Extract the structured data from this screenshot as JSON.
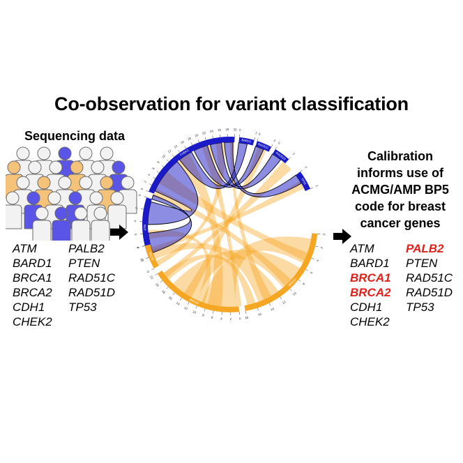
{
  "title": "Co-observation for variant classification",
  "left_panel": {
    "heading": "Sequencing data",
    "genes_col1": [
      "ATM",
      "BARD1",
      "BRCA1",
      "BRCA2",
      "CDH1",
      "CHEK2"
    ],
    "genes_col2": [
      "PALB2",
      "PTEN",
      "RAD51C",
      "RAD51D",
      "TP53"
    ]
  },
  "right_panel": {
    "heading_lines": [
      "Calibration",
      "informs use of",
      "ACMG/AMP BP5",
      "code for breast",
      "cancer genes"
    ],
    "genes_col1": [
      "ATM",
      "BARD1",
      "BRCA1",
      "BRCA2",
      "CDH1",
      "CHEK2"
    ],
    "genes_col2": [
      "PALB2",
      "PTEN",
      "RAD51C",
      "RAD51D",
      "TP53"
    ],
    "highlight_color": "#e0201b"
  },
  "chord_diagram": {
    "blue_color": "#1a1ac8",
    "orange_color": "#f5a623",
    "segments": [
      {
        "label": "ATM",
        "group": "blue",
        "ticks": [
          "10",
          "8",
          "6",
          "4",
          "2",
          "0"
        ]
      },
      {
        "label": "CHEK2",
        "group": "blue",
        "ticks": [
          "0",
          "2",
          "4",
          "6",
          "8",
          "10",
          "12",
          "14",
          "16",
          "18",
          "20",
          "22",
          "24",
          "26",
          "28",
          "30"
        ]
      },
      {
        "label": "BARD1",
        "group": "blue",
        "ticks": [
          "0",
          "2"
        ]
      },
      {
        "label": "RAD51C",
        "group": "blue",
        "ticks": [
          "0",
          "2"
        ]
      },
      {
        "label": "RAD51D",
        "group": "blue",
        "ticks": [
          "0",
          "2"
        ]
      },
      {
        "label": "TP53",
        "group": "blue",
        "ticks": [
          "0",
          "2"
        ]
      },
      {
        "label": "BRCA1",
        "group": "orange",
        "ticks": [
          "0",
          "2",
          "4",
          "6",
          "8",
          "10",
          "12",
          "14",
          "16",
          "18"
        ]
      },
      {
        "label": "BRCA2",
        "group": "orange",
        "ticks": [
          "0",
          "2",
          "4",
          "6",
          "8",
          "10",
          "12",
          "14",
          "16",
          "18",
          "20",
          "22"
        ]
      },
      {
        "label": "PALB2",
        "group": "orange",
        "ticks": [
          "0",
          "2",
          "4"
        ]
      }
    ]
  }
}
